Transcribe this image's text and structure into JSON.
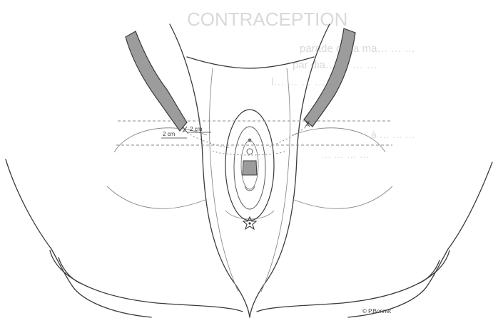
{
  "figure": {
    "ghost_heading": "CONTRACEPTION",
    "ghost_lines": [
      "parade de la ma… … …",
      "par dia… … … …",
      "l… … … … …",
      "à … … …",
      "… … … …"
    ],
    "measurements": {
      "upper": "2 cm",
      "lower": "2 cm"
    },
    "credit": "© P.Bonnet"
  },
  "colors": {
    "line": "#3a3a3a",
    "fine_line": "#8a8a8a",
    "guide": "#b0b0b0",
    "fill_grey": "#9c9c9c",
    "ghost": "#d9d9d9",
    "background": "#ffffff"
  }
}
